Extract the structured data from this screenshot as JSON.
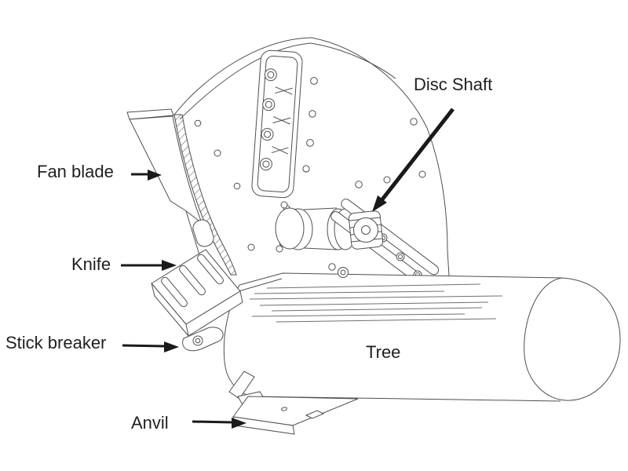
{
  "labels": {
    "disc_shaft": "Disc Shaft",
    "fan_blade": "Fan blade",
    "knife": "Knife",
    "stick_breaker": "Stick breaker",
    "anvil": "Anvil",
    "tree": "Tree"
  },
  "colors": {
    "background": "#ffffff",
    "drawing_line": "#4f4f4f",
    "grain_line": "#6f6f6f",
    "label_text": "#1f1f1f",
    "arrow": "#1a1a1a"
  }
}
